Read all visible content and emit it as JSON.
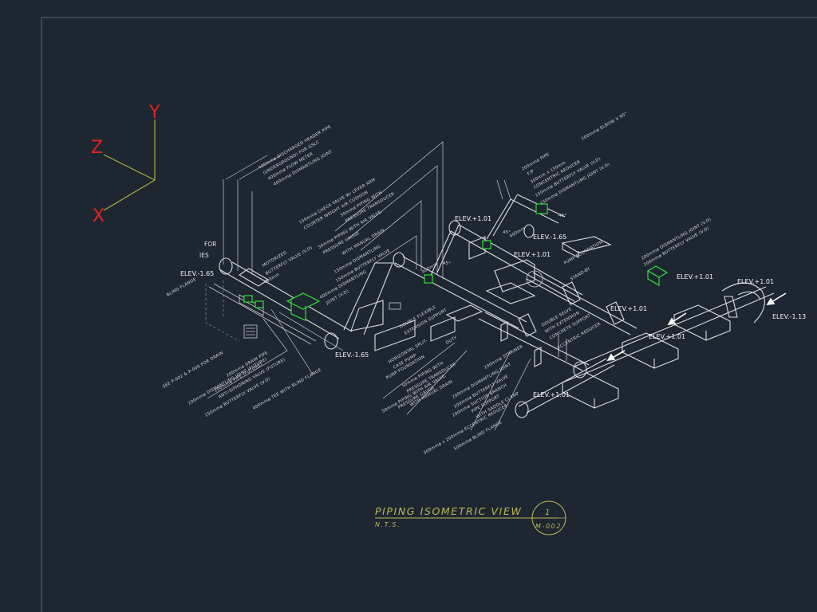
{
  "colors": {
    "background": "#1e2631",
    "axis_red": "#e8211c",
    "axis_line": "#a7ae3c",
    "valve_green": "#31d13a",
    "title_yellow": "#b9bb55",
    "line": "#d8dde2"
  },
  "axes": {
    "y": "Y",
    "z": "Z",
    "x": "X"
  },
  "title": {
    "main": "PIPING ISOMETRIC VIEW",
    "number": "1",
    "scale": "N.T.S.",
    "sheet": "M-002"
  },
  "fragment_labels": {
    "for": "FOR",
    "ies": "IES"
  },
  "elevations": [
    {
      "text": "ELEV.-1.65"
    },
    {
      "text": "ELEV.-1.65"
    },
    {
      "text": "ELEV.+1.01"
    },
    {
      "text": "ELEV.-1.65"
    },
    {
      "text": "ELEV.+1.01"
    },
    {
      "text": "ELEV.+1.01"
    },
    {
      "text": "ELEV.+1.01"
    },
    {
      "text": "ELEV.+1.01"
    },
    {
      "text": "ELEV.-1.13"
    },
    {
      "text": "ELEV.+1.01"
    },
    {
      "text": "ELEV.+1.01"
    }
  ],
  "callouts_left": [
    {
      "text": "400mmø DISCHARGED HEADER PIPE"
    },
    {
      "text": "(UNDERGROUND) FOR GSLC"
    },
    {
      "text": "400mmø FLOW METER"
    },
    {
      "text": "400mmø DISMANTLING JOINT"
    },
    {
      "text": "150mmø CHECK VALVE W/ LEVER ARM"
    },
    {
      "text": "COUNTER WEIGHT AIR CUSHION"
    },
    {
      "text": "50mmø PIPING WITH"
    },
    {
      "text": "PRESSURE TRANSDUCER"
    },
    {
      "text": "50mmø PIPING WITH AIR VALVE,"
    },
    {
      "text": "PRESSURE GAUGE"
    },
    {
      "text": "WITH MANUAL DRAIN"
    },
    {
      "text": "150mmø DISMANTLING"
    },
    {
      "text": "150mmø BUTTERFLY VALVE"
    },
    {
      "text": "400mmø DISMANTLING"
    },
    {
      "text": "JOINT (V.D)"
    },
    {
      "text": "MOTORIZED"
    },
    {
      "text": "BUTTERFLY VALVE (V.D)"
    },
    {
      "text": "BLIND FLANGE"
    }
  ],
  "callouts_bottom_left": [
    {
      "text": "SEE P-002 & P-006 FOR DRAIN"
    },
    {
      "text": "200mmø DRAIN PIPE"
    },
    {
      "text": "200mmø DISMANTLING JOINT (FUTURE)"
    },
    {
      "text": "200mmø PIPE (FUTURE)"
    },
    {
      "text": "ANTI-SIPHONING VALVE (FUTURE)"
    },
    {
      "text": "250mmø BUTTERFLY VALVE (V.D)"
    },
    {
      "text": "400mmø TEE WITH BLIND FLANGE"
    }
  ],
  "callouts_center": [
    {
      "text": "HORIZONTAL SPLIT-"
    },
    {
      "text": "CASE PUMP"
    },
    {
      "text": "PUMP FOUNDATION"
    },
    {
      "text": "50mmø PIPING WITH"
    },
    {
      "text": "PRESSURE TRANSDUCER"
    },
    {
      "text": "50mmø PIPING WITH AIR VALVE,"
    },
    {
      "text": "PRESSURE GAUGE"
    },
    {
      "text": "WITH MANUAL DRAIN"
    },
    {
      "text": "200mmø STRAINER"
    },
    {
      "text": "200mmø DISMANTLING JOINT"
    },
    {
      "text": "200mmø BUTTERFLY VALVE"
    },
    {
      "text": "200mmø SUCTION BRANCH"
    },
    {
      "text": "PIPE SUPPORT"
    },
    {
      "text": "WITH SADDLE CLAMP"
    },
    {
      "text": "300mmø x 200mmø ECCENTRIC REDUCER"
    },
    {
      "text": "500mmø BLIND FLANGE"
    },
    {
      "text": "DOUBLE FLEXIBLE"
    },
    {
      "text": "EXTENSION SUPPORT"
    },
    {
      "text": "DUTY"
    },
    {
      "text": "DOUBLE SELVE"
    },
    {
      "text": "WITH EXTENSION"
    },
    {
      "text": "CONCRETE SUPPORT"
    },
    {
      "text": "ECCENTRIC REDUCER"
    }
  ],
  "callouts_top_right": [
    {
      "text": "200mmø ELBOW X 90°"
    },
    {
      "text": "200mmø PIPE"
    },
    {
      "text": "F/P"
    },
    {
      "text": "300mm x 150mm"
    },
    {
      "text": "CONCENTRIC REDUCER"
    },
    {
      "text": "150mmø BUTTERFLY VALVE (V.D)"
    },
    {
      "text": "150mmø DISMANTLING JOINT (V.D)"
    },
    {
      "text": "PUMP FOUNDATION"
    },
    {
      "text": "STAND-BY"
    },
    {
      "text": "200mmø DISMANTLING JOINT (V.D)"
    },
    {
      "text": "200mmø BUTTERFLY VALVE (V.D)"
    }
  ],
  "dimensions": {
    "a45a": "45°",
    "a45b": "45°",
    "a45c": "45°",
    "len1": "400mm",
    "len2": "400mm",
    "len3": "400mm"
  }
}
